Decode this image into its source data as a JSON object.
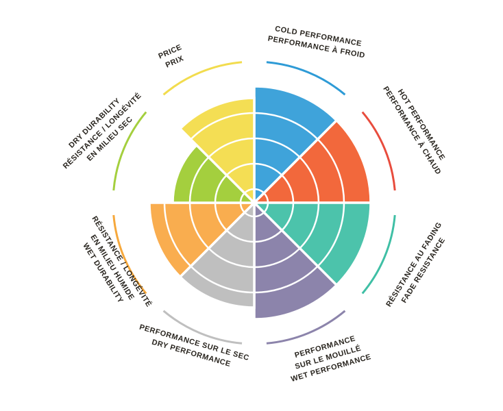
{
  "page": {
    "background_color": "#ffffff",
    "description": "Brake pad performance rating wheel (bilingual EN/FR)"
  },
  "chart_data": {
    "type": "pie",
    "subtype": "coxcomb-variable-radius-sectors",
    "title": "",
    "max_value": 5,
    "ring_levels": 5,
    "grid": "white concentric rings over colored sectors",
    "legend_position": "labels around perimeter",
    "sectors": [
      {
        "id": "cold-performance",
        "label_lines": [
          "COLD PERFORMANCE",
          "PERFORMANCE À FROID"
        ],
        "value": 5,
        "color": "#3FA3DA",
        "arc_color": "#2E9BD6"
      },
      {
        "id": "hot-performance",
        "label_lines": [
          "HOT PERFORMANCE",
          "PERFORMANCE À CHAUD"
        ],
        "value": 5,
        "color": "#F2683C",
        "arc_color": "#E84C3D"
      },
      {
        "id": "fade-resistance",
        "label_lines": [
          "RÉSISTANCE AU FADING",
          "FADE RESISTANCE"
        ],
        "value": 5,
        "color": "#4CC3AB",
        "arc_color": "#3FBFA5"
      },
      {
        "id": "wet-performance",
        "label_lines": [
          "PERFORMANCE",
          "SUR LE MOUILLÉ",
          "WET PERFORMANCE"
        ],
        "value": 5,
        "color": "#8C84AB",
        "arc_color": "#8C84AB"
      },
      {
        "id": "dry-performance",
        "label_lines": [
          "PERFORMANCE SUR LE SEC",
          "DRY PERFORMANCE"
        ],
        "value": 4.5,
        "color": "#BFBFBF",
        "arc_color": "#BFBFBF"
      },
      {
        "id": "wet-durability",
        "label_lines": [
          "RÉSISTANCE / LONGÉVITÉ",
          "EN MILIEU HUMIDE",
          "WET DURABILITY"
        ],
        "value": 4.5,
        "color": "#F9AD4F",
        "arc_color": "#F6A83C"
      },
      {
        "id": "dry-durability",
        "label_lines": [
          "DRY DURABILITY",
          "RÉSISTANCE / LONGÉVITÉ",
          "EN MILIEU SEC"
        ],
        "value": 3.5,
        "color": "#A4CF3E",
        "arc_color": "#A4CF3E"
      },
      {
        "id": "price",
        "label_lines": [
          "PRICE",
          "PRIX"
        ],
        "value": 4.5,
        "color": "#F4DE54",
        "arc_color": "#F2DC4E"
      }
    ]
  }
}
